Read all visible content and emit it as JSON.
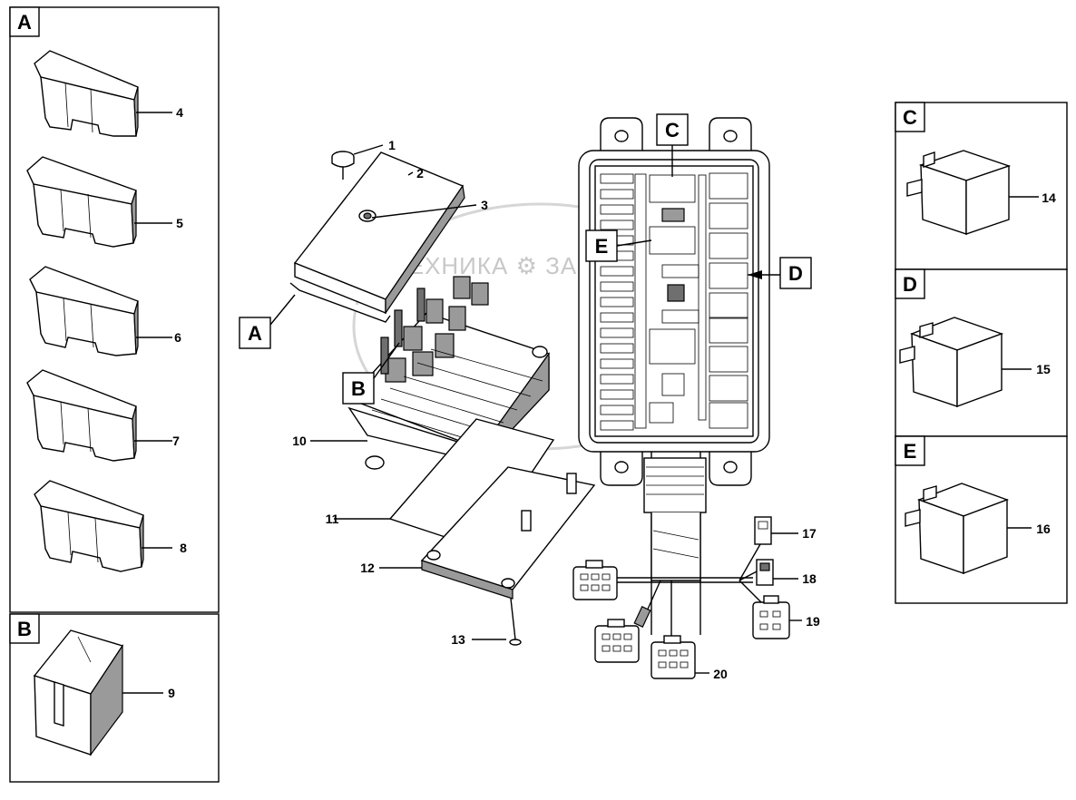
{
  "panels": {
    "A": {
      "letter": "A",
      "items": [
        "4",
        "5",
        "6",
        "7",
        "8"
      ]
    },
    "B": {
      "letter": "B",
      "items": [
        "9"
      ]
    },
    "C": {
      "letter": "C",
      "items": [
        "14"
      ]
    },
    "D": {
      "letter": "D",
      "items": [
        "15"
      ]
    },
    "E": {
      "letter": "E",
      "items": [
        "16"
      ]
    }
  },
  "callouts": {
    "A": "A",
    "B": "B",
    "C": "C",
    "D": "D",
    "E": "E"
  },
  "parts": {
    "p1": "1",
    "p2": "2",
    "p3": "3",
    "p10": "10",
    "p11": "11",
    "p12": "12",
    "p13": "13",
    "p17": "17",
    "p18": "18",
    "p19": "19",
    "p20": "20"
  },
  "watermark": {
    "text": "ТЕХНИКА ⚙ ЗАПЧАСТИ"
  },
  "colors": {
    "line": "#000000",
    "background": "#ffffff",
    "shade": "#9a9a9a",
    "watermark": "#c8c8c8"
  }
}
